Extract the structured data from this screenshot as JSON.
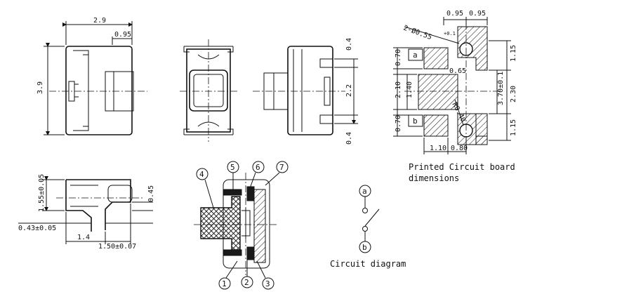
{
  "captions": {
    "pcb_line1": "Printed Circuit board",
    "pcb_line2": "dimensions",
    "circuit": "Circuit diagram"
  },
  "dims": {
    "front_width": "2.9",
    "front_inner": "0.95",
    "front_height": "3.9",
    "right_top": "0.4",
    "right_mid": "2.2",
    "right_bot": "0.4",
    "bottom_h1": "1.55±0.05",
    "bottom_h2": "0.45",
    "bottom_w1": "0.43±0.05",
    "bottom_w2": "1.4",
    "bottom_w3": "1.50±0.07"
  },
  "pcb": {
    "hole": "2-Ø0.55",
    "hole_tol": "+0.1",
    "top_a": "0.95",
    "top_b": "0.95",
    "r_top": "1.15",
    "r_mid": "3.70±0.1",
    "r_mid2": "2.30",
    "r_bot": "1.15",
    "l_top": "0.70",
    "l_mid": "2.10",
    "l_mid2": "1.40",
    "l_bot": "0.70",
    "inner": "0.65",
    "radius": "R0.40",
    "b_left": "1.10",
    "b_right": "0.80",
    "pad_a": "a",
    "pad_b": "b"
  },
  "parts": [
    "1",
    "2",
    "3",
    "4",
    "5",
    "6",
    "7"
  ],
  "circuit_nodes": {
    "a": "a",
    "b": "b"
  }
}
